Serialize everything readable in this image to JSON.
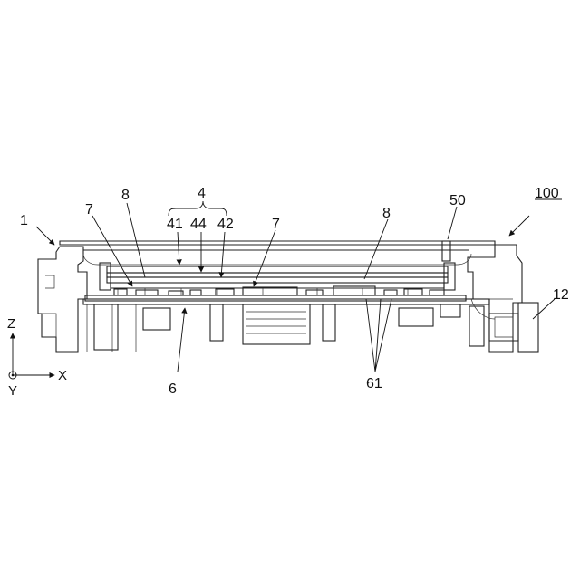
{
  "figure": {
    "labels": {
      "ref_100": "100",
      "ref_1": "1",
      "ref_4": "4",
      "ref_41": "41",
      "ref_44": "44",
      "ref_42": "42",
      "ref_8_left": "8",
      "ref_7_left": "7",
      "ref_7_mid": "7",
      "ref_8_right": "8",
      "ref_50": "50",
      "ref_12": "12",
      "ref_6": "6",
      "ref_61": "61"
    },
    "axes": {
      "z": "Z",
      "x": "X",
      "y": "Y"
    },
    "colors": {
      "line": "#222222",
      "hatch": "#888888",
      "background": "#ffffff"
    }
  }
}
